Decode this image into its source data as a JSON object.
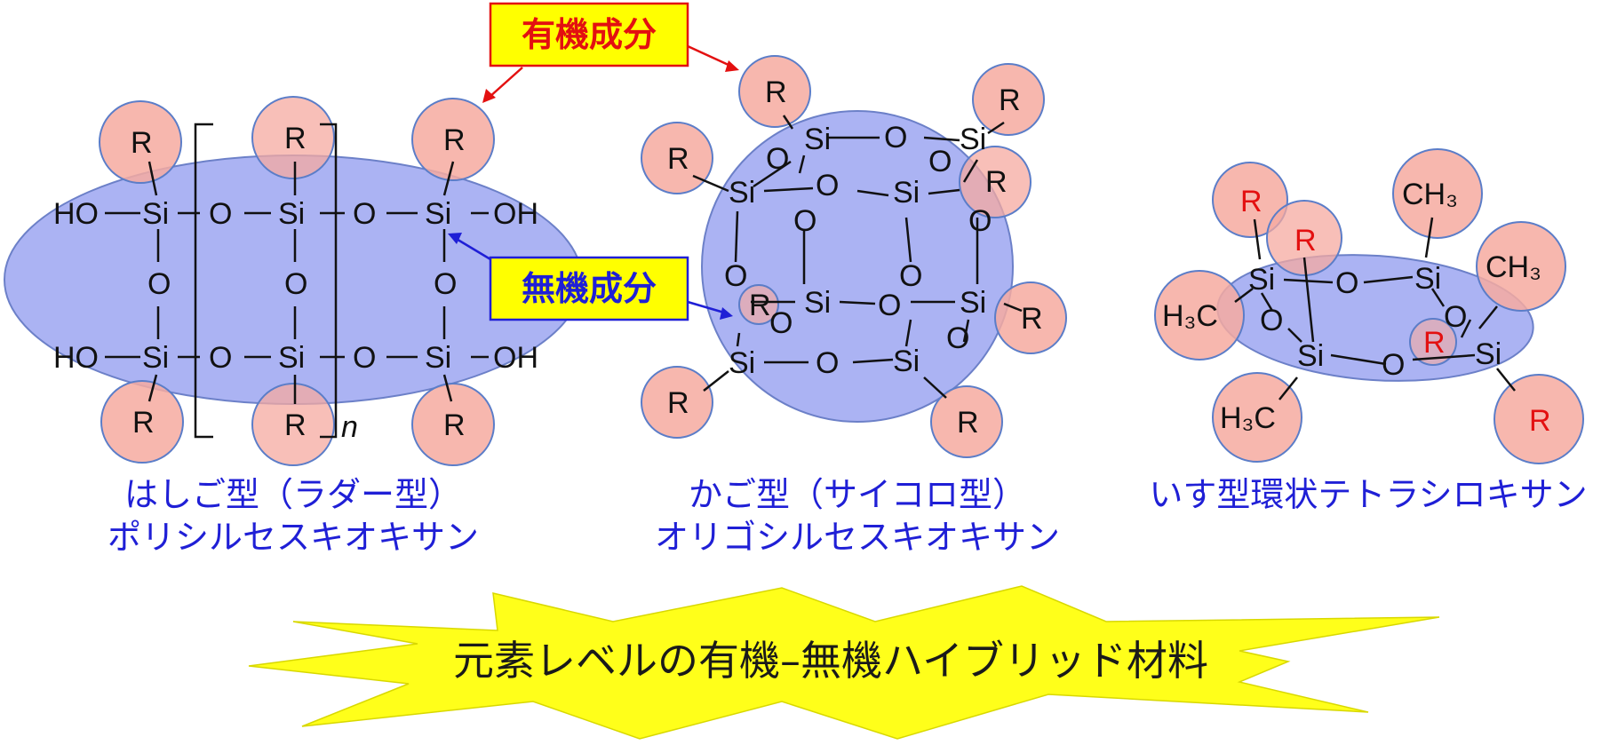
{
  "colors": {
    "organic_fill": "#f6aaa0",
    "organic_stroke": "#5b7dc8",
    "inorganic_fill": "#8f99ef",
    "inorganic_stroke": "#6c80c8",
    "organic_callout_bg": "#ffff00",
    "organic_callout_text": "#e31010",
    "inorganic_callout_bg": "#ffff00",
    "inorganic_callout_text": "#1f1fd6",
    "caption_text": "#1f1fd6",
    "banner_fill": "#ffff1a"
  },
  "callouts": {
    "organic": "有機成分",
    "inorganic": "無機成分"
  },
  "captions": {
    "ladder_line1": "はしご型（ラダー型）",
    "ladder_line2": "ポリシルセスキオキサン",
    "cage_line1": "かご型（サイコロ型）",
    "cage_line2": "オリゴシルセスキオキサン",
    "chair": "いす型環状テトラシロキサン"
  },
  "banner": "元素レベルの有機–無機ハイブリッド材料",
  "atoms": {
    "si": "Si",
    "o": "O",
    "r": "R",
    "oh": "OH",
    "ho": "HO",
    "n": "n",
    "ch3": "CH₃",
    "h3c": "H₃C"
  }
}
